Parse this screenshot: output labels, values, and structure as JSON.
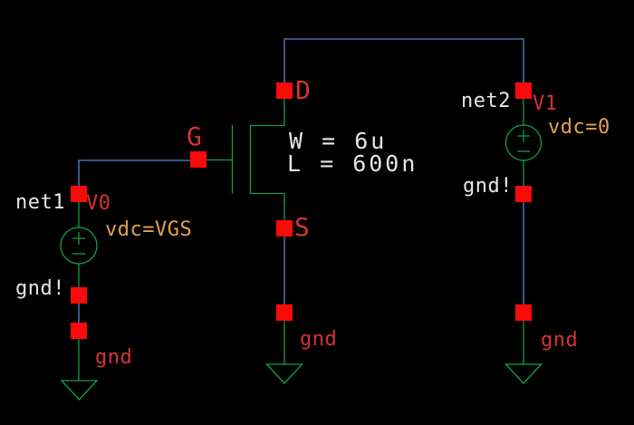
{
  "colors": {
    "background": "#000000",
    "wire": "#5589cd",
    "device": "#11a04a",
    "pin": "#fb0a0a",
    "label-red": "#d63232",
    "label-orange": "#e5a056",
    "label-white": "#e6e6e6"
  },
  "transistor": {
    "width_param": "W = 6u",
    "length_param": "L = 600n",
    "drain_pin": "D",
    "gate_pin": "G",
    "source_pin": "S"
  },
  "v0": {
    "net": "net1",
    "name": "V0",
    "param": "vdc=VGS",
    "gnd_net": "gnd!",
    "gnd_symbol": "gnd"
  },
  "v1": {
    "net": "net2",
    "name": "V1",
    "param": "vdc=0",
    "gnd_net": "gnd!",
    "gnd_symbol": "gnd"
  },
  "source_gnd": {
    "gnd_symbol": "gnd"
  }
}
